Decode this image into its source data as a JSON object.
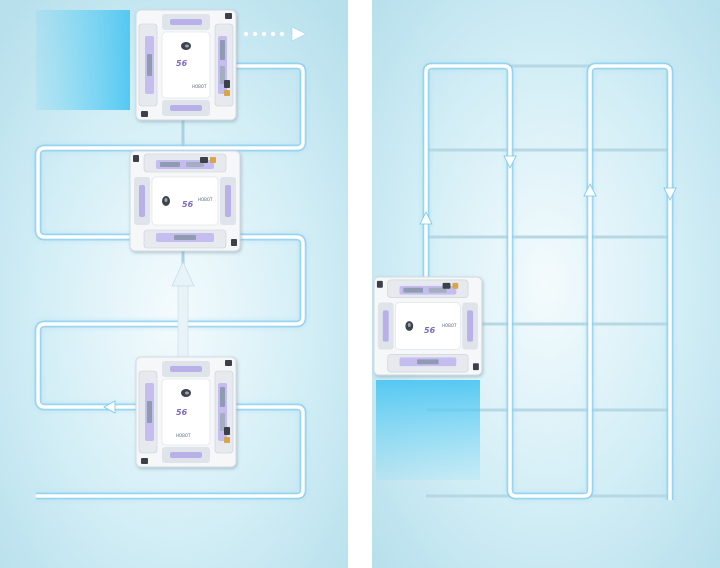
{
  "panels": [
    {
      "name": "horizontal-zigzag-panel",
      "robots": [
        {
          "model": "56",
          "brand": "HOBOT"
        },
        {
          "model": "56",
          "brand": "HOBOT"
        },
        {
          "model": "56",
          "brand": "HOBOT"
        }
      ]
    },
    {
      "name": "vertical-zigzag-panel",
      "robots": [
        {
          "model": "56",
          "brand": "HOBOT"
        }
      ]
    }
  ],
  "colors": {
    "panel_bg": "#bfe3ee",
    "panel_center": "#f2fbfd",
    "path": "#ffffff",
    "path_glow": "#4fc0ea",
    "robot_body": "#f4f6f8",
    "robot_accent": "#a99be0",
    "robot_dark": "#3a3f48",
    "trail": "#5fd0f5"
  }
}
